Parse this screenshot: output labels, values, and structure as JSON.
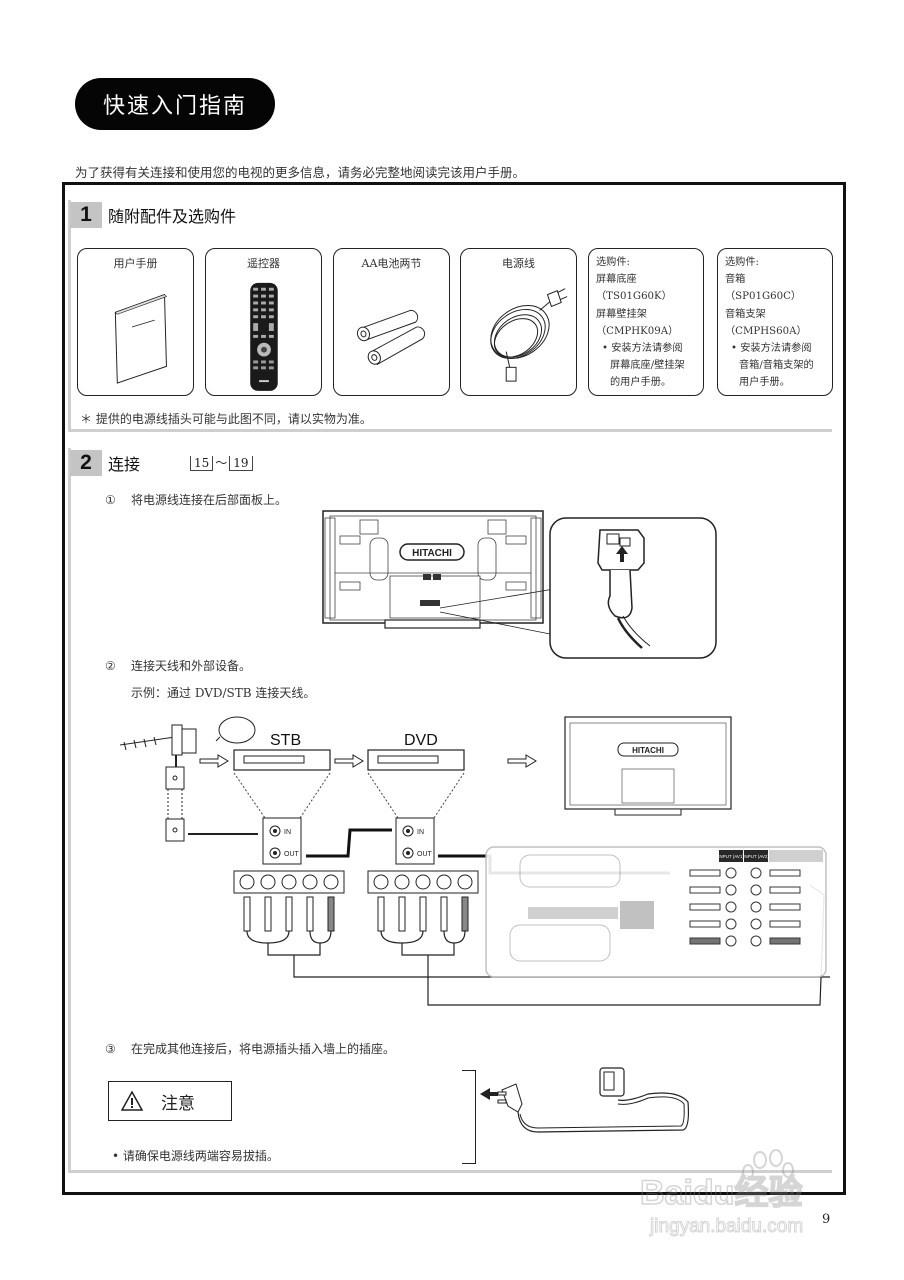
{
  "page": {
    "title": "快速入门指南",
    "intro": "为了获得有关连接和使用您的电视的更多信息，请务必完整地阅读完该用户手册。",
    "page_number": "9"
  },
  "section1": {
    "number": "1",
    "title": "随附配件及选购件",
    "accessories": [
      {
        "label": "用户手册",
        "icon": "manual-icon"
      },
      {
        "label": "遥控器",
        "icon": "remote-control-icon"
      },
      {
        "label": "AA电池两节",
        "icon": "battery-icon"
      },
      {
        "label": "电源线",
        "icon": "power-cord-icon"
      }
    ],
    "optional": [
      {
        "heading": "选购件:",
        "item1": "屏幕底座",
        "item1_model": "（TS01G60K）",
        "item2": "屏幕壁挂架",
        "item2_model": "（CMPHK09A）",
        "note_line1": "• 安装方法请参阅",
        "note_line2": "屏幕底座/壁挂架",
        "note_line3": "的用户手册。"
      },
      {
        "heading": "选购件:",
        "item1": "音箱",
        "item1_model": "（SP01G60C）",
        "item2": "音箱支架",
        "item2_model": "（CMPHS60A）",
        "note_line1": "• 安装方法请参阅",
        "note_line2": "音箱/音箱支架的",
        "note_line3": "用户手册。"
      }
    ],
    "note": "＊ 提供的电源线插头可能与此图不同，请以实物为准。"
  },
  "section2": {
    "number": "2",
    "title": "连接",
    "page_ref_start": "15",
    "page_ref_sep": "～",
    "page_ref_end": "19",
    "steps": [
      {
        "num": "①",
        "text": "将电源线连接在后部面板上。"
      },
      {
        "num": "②",
        "text": "连接天线和外部设备。",
        "subtext": "示例：通过 DVD/STB 连接天线。"
      },
      {
        "num": "③",
        "text": "在完成其他连接后，将电源插头插入墙上的插座。"
      }
    ],
    "diagram_labels": {
      "tv_brand": "HITACHI",
      "stb": "STB",
      "dvd": "DVD",
      "port_in": "IN",
      "port_out": "OUT",
      "av1": "INPUT (AV1)",
      "av2": "INPUT (AV2)"
    },
    "caution": {
      "icon": "warning-icon",
      "title": "注意",
      "note": "• 请确保电源线两端容易拔插。"
    }
  },
  "watermark": {
    "brand": "Baidu经验",
    "url": "jingyan.baidu.com"
  }
}
